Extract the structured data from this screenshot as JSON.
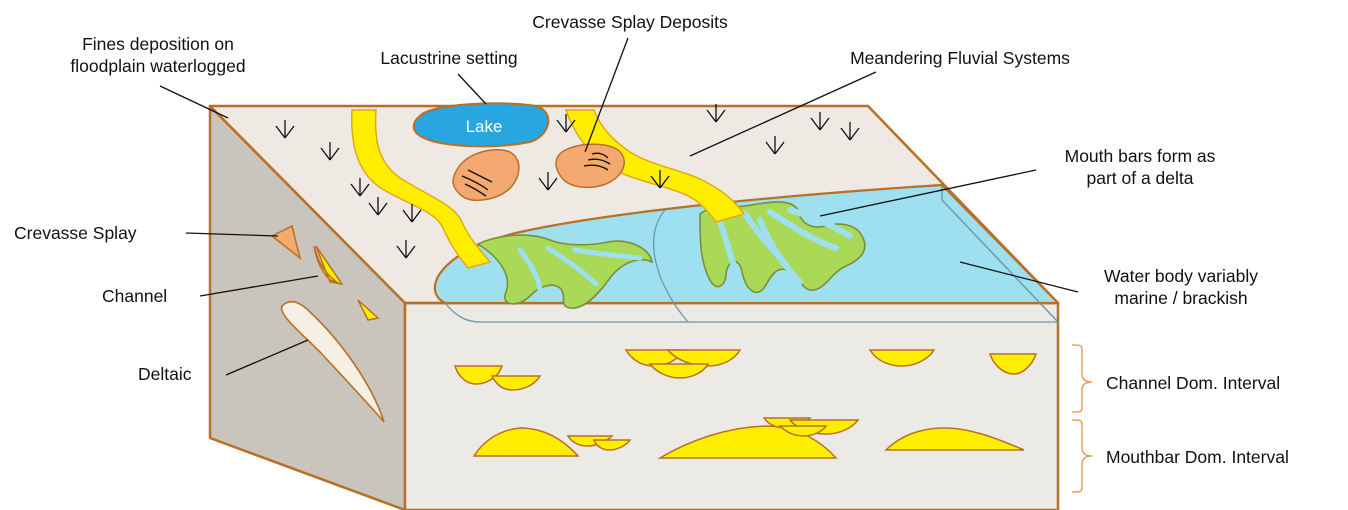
{
  "labels": {
    "fines": [
      "Fines deposition on",
      "floodplain waterlogged"
    ],
    "lacustrine": "Lacustrine setting",
    "crevasse_deposits": "Crevasse Splay Deposits",
    "meandering": "Meandering Fluvial Systems",
    "mouth_bars": [
      "Mouth bars form as",
      "part of a delta"
    ],
    "water_body": [
      "Water body variably",
      "marine / brackish"
    ],
    "crevasse_splay": "Crevasse Splay",
    "channel": "Channel",
    "deltaic": "Deltaic",
    "channel_interval": "Channel Dom. Interval",
    "mouthbar_interval": "Mouthbar Dom. Interval",
    "lake": "Lake"
  },
  "colors": {
    "outline": "#b86f26",
    "top_surface": "#eeeae3",
    "side_face": "#c9c5bd",
    "front_face": "#eceae4",
    "channel_fill": "#ffee00",
    "delta_fill": "#a9d957",
    "water": "#9ee0f0",
    "lake": "#27a6e0",
    "splay": "#f3a96f",
    "deltaic_body": "#f6f0e4"
  },
  "icons": [
    "marsh-grass-icon"
  ]
}
